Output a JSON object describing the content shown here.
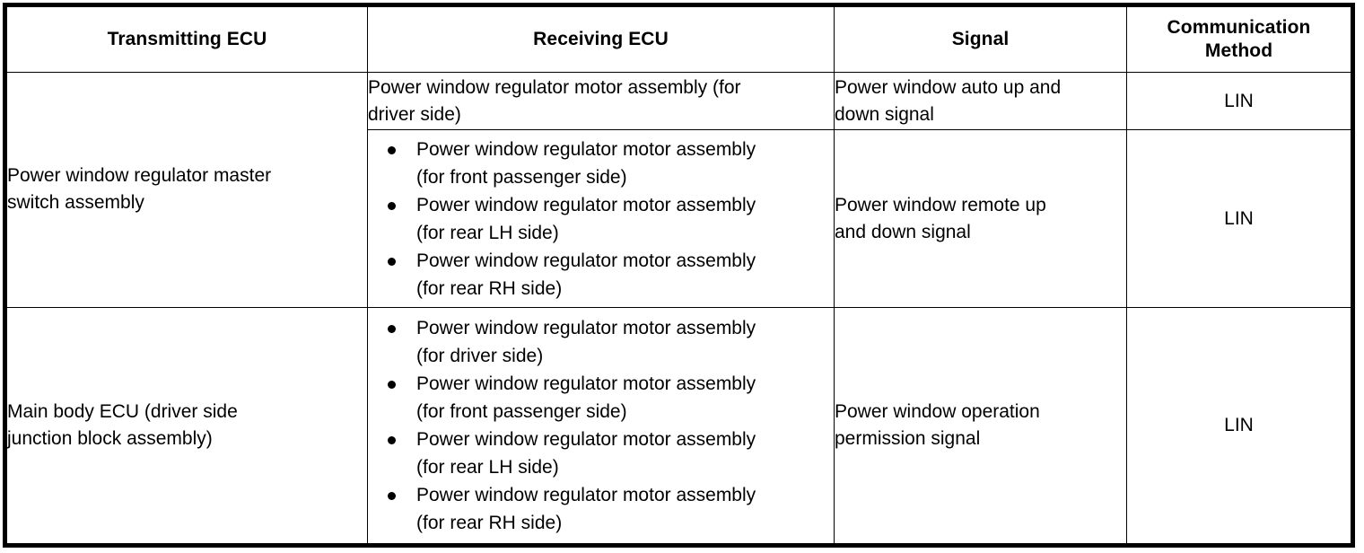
{
  "table": {
    "headers": {
      "transmitting_ecu": "Transmitting ECU",
      "receiving_ecu": "Receiving ECU",
      "signal": "Signal",
      "communication_method_line1": "Communication",
      "communication_method_line2": "Method"
    },
    "groups": [
      {
        "transmitting_ecu_line1": "Power window regulator master",
        "transmitting_ecu_line2": "switch assembly",
        "rows": [
          {
            "receiving_ecu_lines": [
              "Power window regulator motor assembly (for",
              "driver side)"
            ],
            "receiving_ecu_bullets": [],
            "signal_lines": [
              "Power window auto up and",
              "down signal"
            ],
            "communication_method": "LIN"
          },
          {
            "receiving_ecu_lines": [],
            "receiving_ecu_bullets": [
              [
                "Power window regulator motor assembly",
                "(for front passenger side)"
              ],
              [
                "Power window regulator motor assembly",
                "(for rear LH side)"
              ],
              [
                "Power window regulator motor assembly",
                "(for rear RH side)"
              ]
            ],
            "signal_lines": [
              "Power window remote up",
              "and down signal"
            ],
            "communication_method": "LIN"
          }
        ]
      },
      {
        "transmitting_ecu_line1": "Main body ECU (driver side",
        "transmitting_ecu_line2": "junction block assembly)",
        "rows": [
          {
            "receiving_ecu_lines": [],
            "receiving_ecu_bullets": [
              [
                "Power window regulator motor assembly",
                "(for driver side)"
              ],
              [
                "Power window regulator motor assembly",
                "(for front passenger side)"
              ],
              [
                "Power window regulator motor assembly",
                "(for rear LH side)"
              ],
              [
                "Power window regulator motor assembly",
                "(for rear RH side)"
              ]
            ],
            "signal_lines": [
              "Power window operation",
              "permission signal"
            ],
            "communication_method": "LIN"
          }
        ]
      }
    ]
  },
  "colors": {
    "border": "#000000",
    "text": "#000000",
    "background": "#ffffff"
  }
}
